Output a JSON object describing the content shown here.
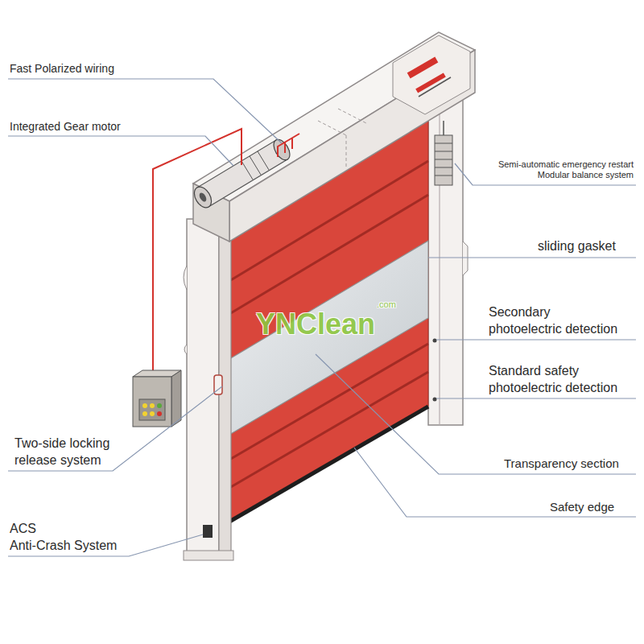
{
  "diagram": {
    "labels": [
      "Fast Polarized wiring",
      "Integrated Gear motor",
      "Semi-automatic emergency restart Modular balance system",
      "sliding gasket",
      "Secondary photoelectric detection",
      "Standard safety photoelectric detection",
      "Two-side locking release system",
      "Transparency section",
      "Safety edge",
      "ACS Anti-Crash System",
      "YNClean",
      ".com"
    ]
  }
}
